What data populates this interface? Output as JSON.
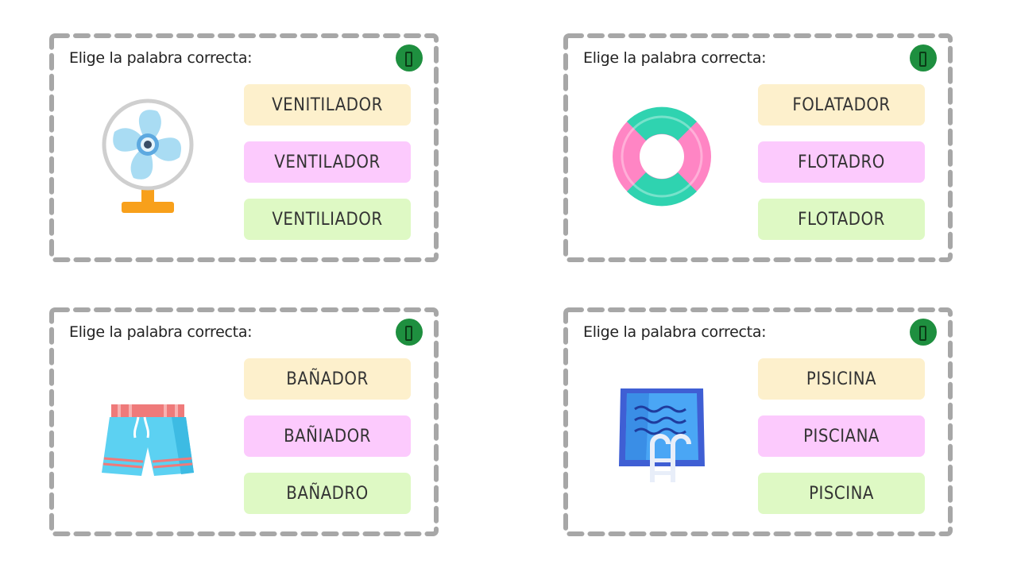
{
  "colors": {
    "dash_border": "#a7a7a7",
    "badge": "#1e8f3f",
    "option_1": "#fdf0cc",
    "option_2": "#fccafd",
    "option_3": "#def9c4"
  },
  "cards": [
    {
      "prompt": "Elige la palabra correcta:",
      "image_icon": "fan-icon",
      "options": [
        "VENITILADOR",
        "VENTILADOR",
        "VENTILIADOR"
      ]
    },
    {
      "prompt": "Elige la palabra correcta:",
      "image_icon": "lifebuoy-icon",
      "options": [
        "FOLATADOR",
        "FLOTADRO",
        "FLOTADOR"
      ]
    },
    {
      "prompt": "Elige la palabra correcta:",
      "image_icon": "swim-trunks-icon",
      "options": [
        "BAÑADOR",
        "BAÑIADOR",
        "BAÑADRO"
      ]
    },
    {
      "prompt": "Elige la palabra correcta:",
      "image_icon": "swimming-pool-icon",
      "options": [
        "PISICINA",
        "PISCIANA",
        "PISCINA"
      ]
    }
  ]
}
